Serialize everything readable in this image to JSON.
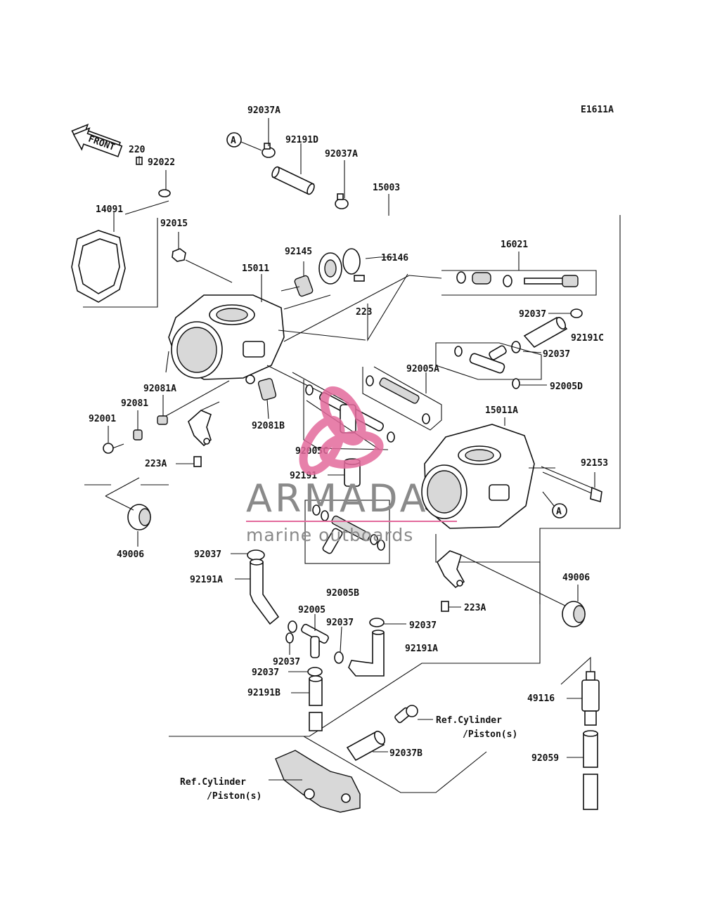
{
  "diagram_code": "E1611A",
  "front_label": "FRONT",
  "callout_letter": "A",
  "part_numbers": {
    "p92037A_top": "92037A",
    "p92191D": "92191D",
    "p92037A_mid": "92037A",
    "p15003": "15003",
    "p220": "220",
    "p92022": "92022",
    "p14091": "14091",
    "p92015": "92015",
    "p92145": "92145",
    "p16146": "16146",
    "p15011": "15011",
    "p16021": "16021",
    "p223": "223",
    "p92037_a": "92037",
    "p92191C": "92191C",
    "p92037_b": "92037",
    "p92005A": "92005A",
    "p92005D": "92005D",
    "p15011A": "15011A",
    "p92081A": "92081A",
    "p92081": "92081",
    "p92001": "92001",
    "p92081B": "92081B",
    "p92005C": "92005C",
    "p223A_left": "223A",
    "p92191": "92191",
    "p92153": "92153",
    "p49006_left": "49006",
    "p92037_c": "92037",
    "p92191A_left": "92191A",
    "p92005B": "92005B",
    "p92005": "92005",
    "p92037_d": "92037",
    "p92037_e": "92037",
    "p92037_f": "92037",
    "p92037_g": "92037",
    "p92191A_right": "92191A",
    "p92191B": "92191B",
    "p223A_right": "223A",
    "p49006_right": "49006",
    "p49116": "49116",
    "p92059": "92059",
    "p92037B": "92037B"
  },
  "references": {
    "right_line1": "Ref.Cylinder",
    "right_line2": "/Piston(s)",
    "left_line1": "Ref.Cylinder",
    "left_line2": "/Piston(s)"
  },
  "watermark": {
    "brand": "ARMADA",
    "tagline": "marine outboards",
    "logo_color": "#e36a9c"
  }
}
